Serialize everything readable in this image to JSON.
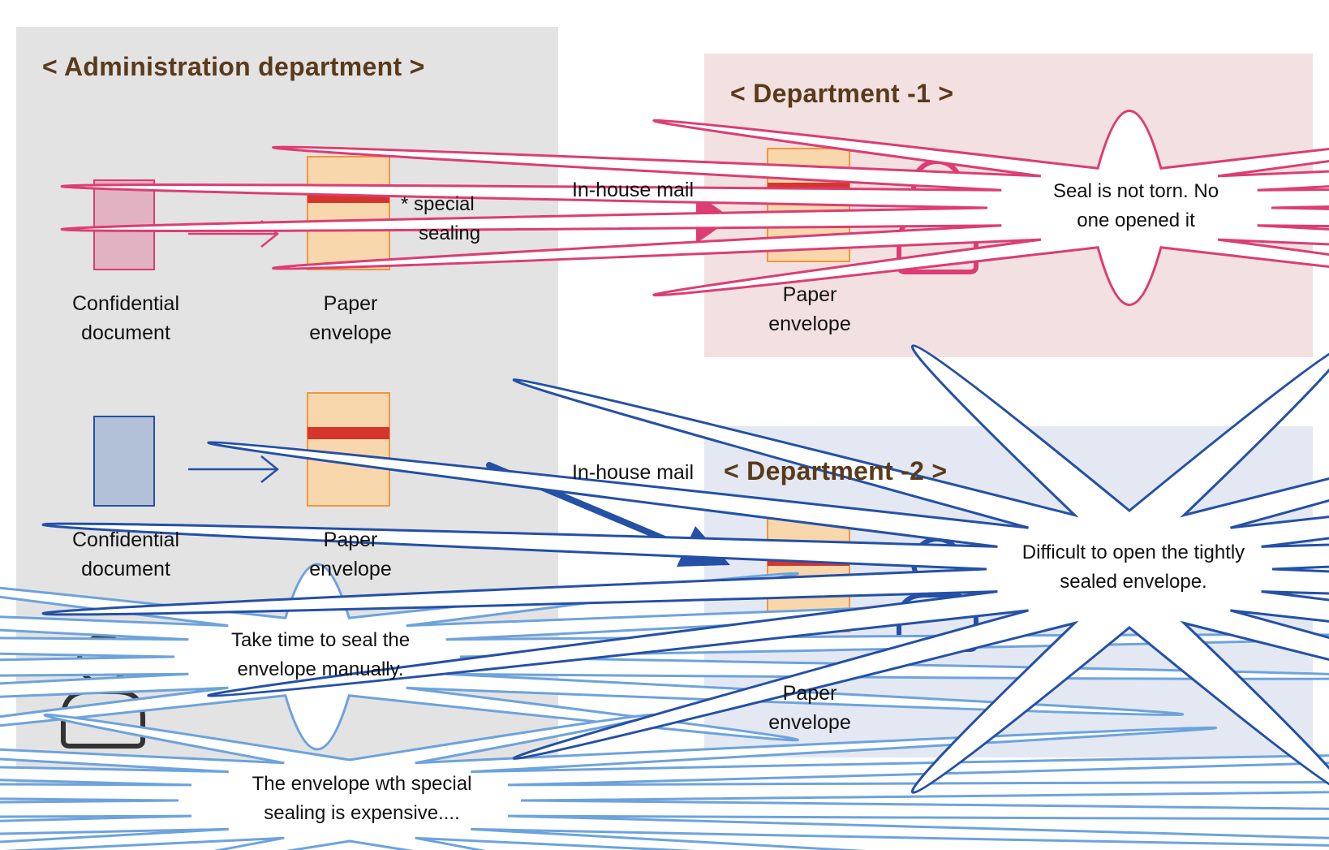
{
  "colors": {
    "admin_bg": "#e3e3e3",
    "dept1_bg": "#f3e1e2",
    "dept2_bg": "#e3e8f3",
    "title_brown": "#5a3a1a",
    "pink": "#dc3d72",
    "blue": "#2450a6",
    "envelope_fill": "#f9d7ac",
    "envelope_border": "#f0963e",
    "seal_red": "#d6352e",
    "doc_pink_fill": "#e0b2c2",
    "doc_blue_fill": "#b3c1d8",
    "person_dark": "#333333",
    "cloud_light_blue": "#6da3dc"
  },
  "admin": {
    "title": "< Administration department >",
    "doc1": {
      "label_l1": "Confidential",
      "label_l2": "document"
    },
    "env1": {
      "label_l1": "Paper",
      "label_l2": "envelope"
    },
    "special_note": {
      "l1": "* special",
      "l2": "sealing"
    },
    "doc2": {
      "label_l1": "Confidential",
      "label_l2": "document"
    },
    "env2": {
      "label_l1": "Paper",
      "label_l2": "envelope"
    },
    "cloud1": {
      "l1": "Take time to seal the",
      "l2": "envelope manually."
    },
    "cloud2": {
      "l1": "The envelope wth special",
      "l2": "sealing is expensive...."
    }
  },
  "mail1": {
    "label": "In-house mail"
  },
  "mail2": {
    "label": "In-house mail"
  },
  "dept1": {
    "title": "< Department -1  >",
    "env": {
      "label_l1": "Paper",
      "label_l2": "envelope"
    },
    "cloud": {
      "l1": "Seal is not torn. No",
      "l2": "one opened it"
    }
  },
  "dept2": {
    "title": "< Department -2  >",
    "env": {
      "label_l1": "Paper",
      "label_l2": "envelope"
    },
    "cloud": {
      "l1": "Difficult to open the tightly",
      "l2": "sealed envelope."
    }
  }
}
